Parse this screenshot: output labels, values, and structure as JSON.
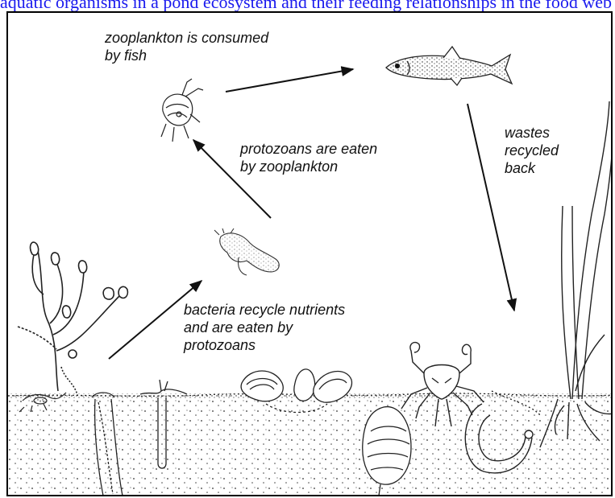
{
  "header": {
    "link_text": "aquatic organisms in a pond ecosystem and their feeding relationships in the food web"
  },
  "diagram": {
    "labels": {
      "zooplankton_fish": "zooplankton is consumed\nby fish",
      "protozoans_zooplankton": "protozoans are eaten\nby zooplankton",
      "wastes": "wastes\nrecycled\nback",
      "bacteria": "bacteria recycle nutrients\nand are eaten by\nprotozoans"
    }
  }
}
